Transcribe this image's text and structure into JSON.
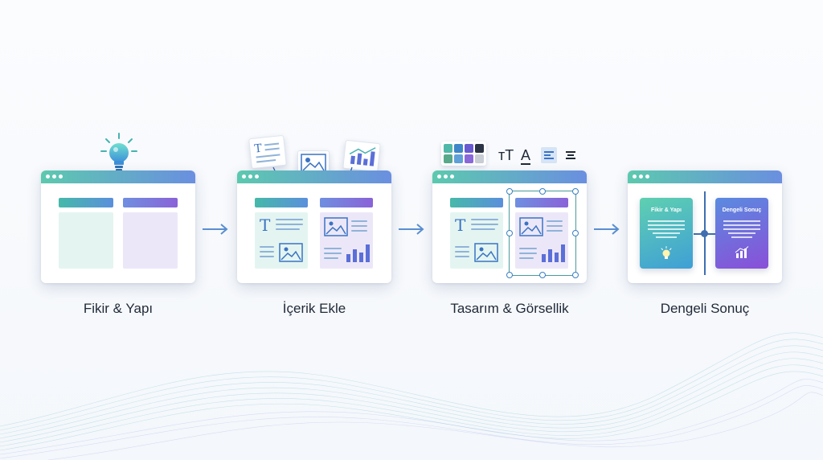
{
  "steps": [
    {
      "id": "idea-structure",
      "caption": "Fikir & Yapı"
    },
    {
      "id": "add-content",
      "caption": "İçerik Ekle"
    },
    {
      "id": "design-visuals",
      "caption": "Tasarım & Görsellik"
    },
    {
      "id": "balanced-result",
      "caption": "Dengeli Sonuç"
    }
  ],
  "result_cards": {
    "left_title": "Fikir & Yapı",
    "right_title": "Dengeli Sonuç"
  },
  "toolbar": {
    "font_size_label": "тT",
    "font_color_label": "A"
  },
  "colors": {
    "teal": "#5cc9ae",
    "blue": "#5b8fdc",
    "purple": "#8a62d8",
    "arrow": "#5a8fd0",
    "swatches": [
      "#4fb8a8",
      "#3e86c8",
      "#6a5ad0",
      "#2b3444",
      "#56a98a",
      "#5fa0d8",
      "#8a68d8",
      "#c8ccd4"
    ]
  },
  "icons": [
    "lightbulb-icon",
    "text-doc-icon",
    "image-icon",
    "chart-icon",
    "arrow-right-icon",
    "text-size-icon",
    "font-color-icon",
    "align-left-icon",
    "align-center-icon"
  ]
}
